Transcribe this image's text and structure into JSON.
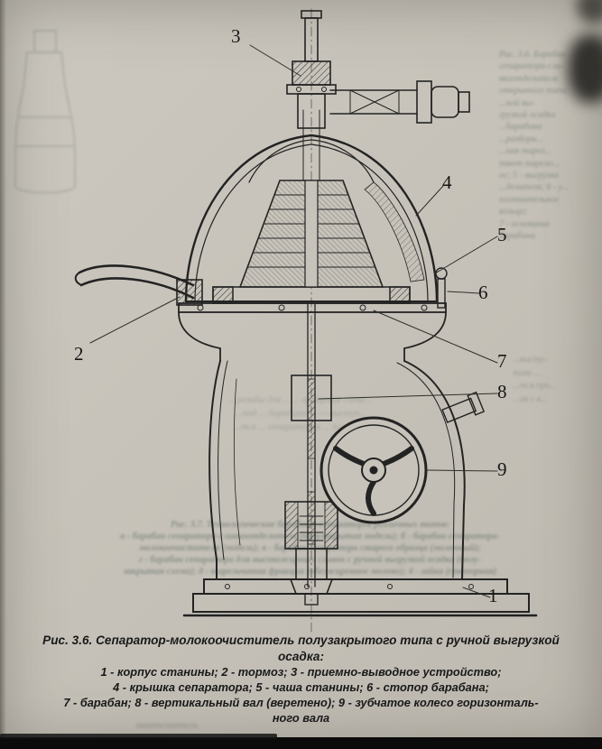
{
  "figure": {
    "caption_title_lines": [
      "Рис. 3.6. Сепаратор-молокоочиститель полузакрытого типа с ручной выгрузкой",
      "осадка:"
    ],
    "caption_legend_lines": [
      "1 - корпус станины; 2 - тормоз; 3 - приемно-выводное устройство;",
      "4 - крышка сепаратора; 5 - чаша станины; 6 - стопор барабана;",
      "7 - барабан; 8 - вертикальный вал (веретено); 9 - зубчатое колесо горизонталь-",
      "ного вала"
    ]
  },
  "callouts": {
    "n1": "1",
    "n2": "2",
    "n3": "3",
    "n4": "4",
    "n5": "5",
    "n6": "6",
    "n7": "7",
    "n8": "8",
    "n9": "9"
  },
  "bleedthrough": {
    "right_column_lines": [
      "Рис. 3.6. Барабан",
      "сепаратора-сли-",
      "вкоотделителя",
      "открытого типа:",
      "...ной вы-",
      "грузкой осадка",
      "...барабана",
      "...разборн...",
      "...ная тарел...",
      "пакет тарело...",
      "ос; 5 - выгрузка",
      "...делителя; 6 - у...",
      "плотнительное",
      "кольцо;",
      "7 - основание",
      "барабана"
    ],
    "right_mid_lines": [
      "...высту-",
      "пами ...",
      "...тся про...",
      "...ая с в..."
    ],
    "band_lines": [
      "...резьбы для ... ... вращения слева...",
      "...под ... барабана ... — выступ...",
      "...тся ... сепараторах ... пазами..."
    ],
    "middle_lines": [
      "Рис. 3.7. Технологические барабаны сепараторов различных типов:",
      "а - барабан сепаратора-сливкоотделителя (полузакрытая модель); б - барабан сепаратора-",
      "молокоочистителя (модель); в - барабан сепаратора старого образца (молочный);",
      "г - барабан сепаратора для высокожирных сливок с ручной выгрузкой осадка (полу-",
      "закрытая схема); д - тарельчатая фракция (обезжиренное молоко); 4 - гайка (стопорная)"
    ],
    "bottom_word": "мантенитель"
  },
  "colors": {
    "page_bg": "#c7c3ba",
    "ink": "#1c1c1c",
    "bleed_ink": "#55645e"
  }
}
